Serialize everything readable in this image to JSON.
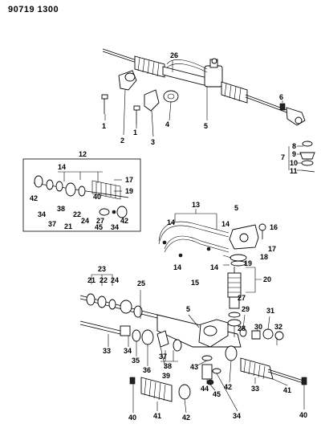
{
  "catalog_number": "90719 1300",
  "callouts": [
    {
      "id": "c1a",
      "label": "1"
    },
    {
      "id": "c1b",
      "label": "1"
    },
    {
      "id": "c2",
      "label": "2"
    },
    {
      "id": "c3",
      "label": "3"
    },
    {
      "id": "c4",
      "label": "4"
    },
    {
      "id": "c5a",
      "label": "5"
    },
    {
      "id": "c6",
      "label": "6"
    },
    {
      "id": "c7",
      "label": "7"
    },
    {
      "id": "c8",
      "label": "8"
    },
    {
      "id": "c9",
      "label": "9"
    },
    {
      "id": "c10",
      "label": "10"
    },
    {
      "id": "c11",
      "label": "11"
    },
    {
      "id": "c26",
      "label": "26"
    },
    {
      "id": "c12",
      "label": "12"
    },
    {
      "id": "c14a",
      "label": "14"
    },
    {
      "id": "c17a",
      "label": "17"
    },
    {
      "id": "c19a",
      "label": "19"
    },
    {
      "id": "c42a",
      "label": "42"
    },
    {
      "id": "c34a",
      "label": "34"
    },
    {
      "id": "c38a",
      "label": "38"
    },
    {
      "id": "c22",
      "label": "22"
    },
    {
      "id": "c24",
      "label": "24"
    },
    {
      "id": "c40a",
      "label": "40"
    },
    {
      "id": "c37a",
      "label": "37"
    },
    {
      "id": "c21a",
      "label": "21"
    },
    {
      "id": "c27a",
      "label": "27"
    },
    {
      "id": "c45a",
      "label": "45"
    },
    {
      "id": "c34b",
      "label": "34"
    },
    {
      "id": "c42b",
      "label": "42"
    },
    {
      "id": "c13",
      "label": "13"
    },
    {
      "id": "c14b",
      "label": "14"
    },
    {
      "id": "c14c",
      "label": "14"
    },
    {
      "id": "c5b",
      "label": "5"
    },
    {
      "id": "c16",
      "label": "16"
    },
    {
      "id": "c17b",
      "label": "17"
    },
    {
      "id": "c18",
      "label": "18"
    },
    {
      "id": "c19b",
      "label": "19"
    },
    {
      "id": "c20",
      "label": "20"
    },
    {
      "id": "c14d",
      "label": "14"
    },
    {
      "id": "c14e",
      "label": "14"
    },
    {
      "id": "c15",
      "label": "15"
    },
    {
      "id": "c23",
      "label": "23"
    },
    {
      "id": "c21b",
      "label": "21"
    },
    {
      "id": "c22b",
      "label": "22"
    },
    {
      "id": "c24b",
      "label": "24"
    },
    {
      "id": "c25",
      "label": "25"
    },
    {
      "id": "c5c",
      "label": "5"
    },
    {
      "id": "c27b",
      "label": "27"
    },
    {
      "id": "c28",
      "label": "28"
    },
    {
      "id": "c29",
      "label": "29"
    },
    {
      "id": "c30",
      "label": "30"
    },
    {
      "id": "c31",
      "label": "31"
    },
    {
      "id": "c32",
      "label": "32"
    },
    {
      "id": "c33a",
      "label": "33"
    },
    {
      "id": "c34c",
      "label": "34"
    },
    {
      "id": "c35",
      "label": "35"
    },
    {
      "id": "c36",
      "label": "36"
    },
    {
      "id": "c37b",
      "label": "37"
    },
    {
      "id": "c38b",
      "label": "38"
    },
    {
      "id": "c39",
      "label": "39"
    },
    {
      "id": "c40b",
      "label": "40"
    },
    {
      "id": "c41a",
      "label": "41"
    },
    {
      "id": "c42c",
      "label": "42"
    },
    {
      "id": "c43",
      "label": "43"
    },
    {
      "id": "c44",
      "label": "44"
    },
    {
      "id": "c45b",
      "label": "45"
    },
    {
      "id": "c42d",
      "label": "42"
    },
    {
      "id": "c34d",
      "label": "34"
    },
    {
      "id": "c33b",
      "label": "33"
    },
    {
      "id": "c41b",
      "label": "41"
    },
    {
      "id": "c40c",
      "label": "40"
    }
  ]
}
